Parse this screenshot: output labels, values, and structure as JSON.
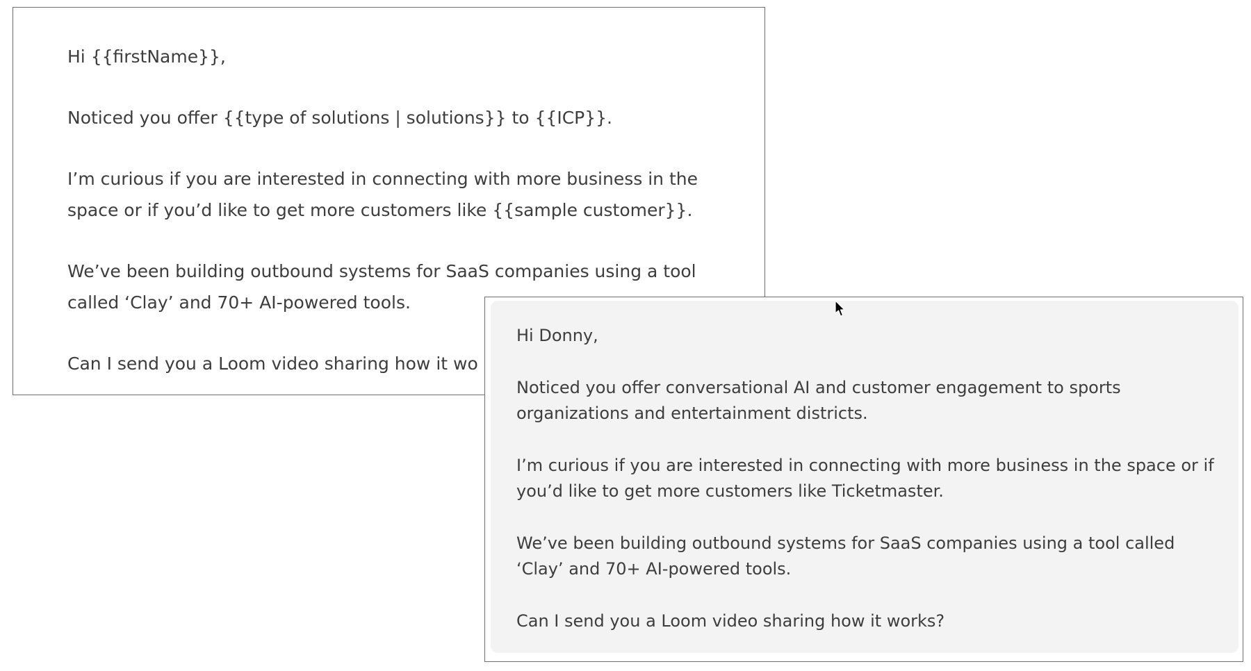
{
  "template_email": {
    "paragraphs": [
      "Hi {{firstName}},",
      "Noticed you offer {{type of solutions | solutions}} to {{ICP}}.",
      "I’m curious if you are interested in connecting with more business in the space or if you’d like to get more customers like {{sample customer}}.",
      "We’ve been building outbound systems for SaaS companies using a tool called ‘Clay’ and 70+ AI-powered tools.",
      "Can I send you a Loom video sharing how it wo"
    ]
  },
  "personalized_email": {
    "paragraphs": [
      "Hi Donny,",
      "Noticed you offer conversational AI and customer engagement to sports organizations and entertainment districts.",
      "I’m curious if you are interested in connecting with more business in the space or if you’d like to get more customers like Ticketmaster.",
      "We’ve been building outbound systems for SaaS companies using a tool called ‘Clay’ and 70+ AI-powered tools.",
      "Can I send you a Loom video sharing how it works?"
    ]
  },
  "cursor": {
    "icon": "mouse-pointer-icon"
  }
}
